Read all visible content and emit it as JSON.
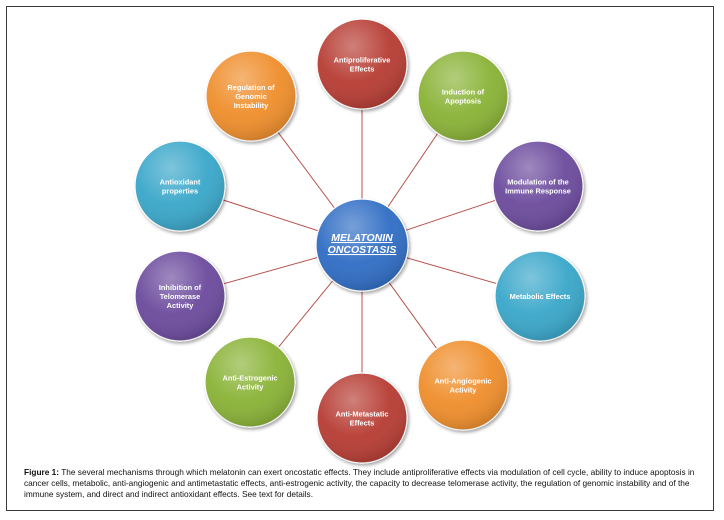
{
  "center": {
    "lines": [
      "MELATONIN",
      "ONCOSTASIS"
    ],
    "color": "#2f6cc4"
  },
  "nodes": [
    {
      "lines": [
        "Antiproliferative",
        "Effects"
      ],
      "color": "#b63a33"
    },
    {
      "lines": [
        "Induction of",
        "Apoptosis"
      ],
      "color": "#89b235"
    },
    {
      "lines": [
        "Modulation of the",
        "Immune Response"
      ],
      "color": "#6a4a9c"
    },
    {
      "lines": [
        "Metabolic Effects"
      ],
      "color": "#37a6c9"
    },
    {
      "lines": [
        "Anti-Angiogenic",
        "Activity"
      ],
      "color": "#ef8d2a"
    },
    {
      "lines": [
        "Anti-Metastatic",
        "Effects"
      ],
      "color": "#b63a33"
    },
    {
      "lines": [
        "Anti-Estrogenic",
        "Activity"
      ],
      "color": "#89b235"
    },
    {
      "lines": [
        "Inhibition of",
        "Telomerase",
        "Activity"
      ],
      "color": "#6a4a9c"
    },
    {
      "lines": [
        "Antioxidant",
        "properties"
      ],
      "color": "#37a6c9"
    },
    {
      "lines": [
        "Regulation of",
        "Genomic",
        "Instability"
      ],
      "color": "#ef8d2a"
    }
  ],
  "connector_color": "#b5524b",
  "caption": {
    "lead": "Figure 1:",
    "text": " The several mechanisms through which melatonin can exert oncostatic effects. They include antiproliferative effects via modulation of cell cycle, ability to induce apoptosis in cancer cells, metabolic, anti-angiogenic and antimetastatic effects, anti-estrogenic activity, the capacity to decrease telomerase activity, the regulation of genomic instability and of the immune system, and direct and indirect antioxidant effects. See text for details."
  }
}
